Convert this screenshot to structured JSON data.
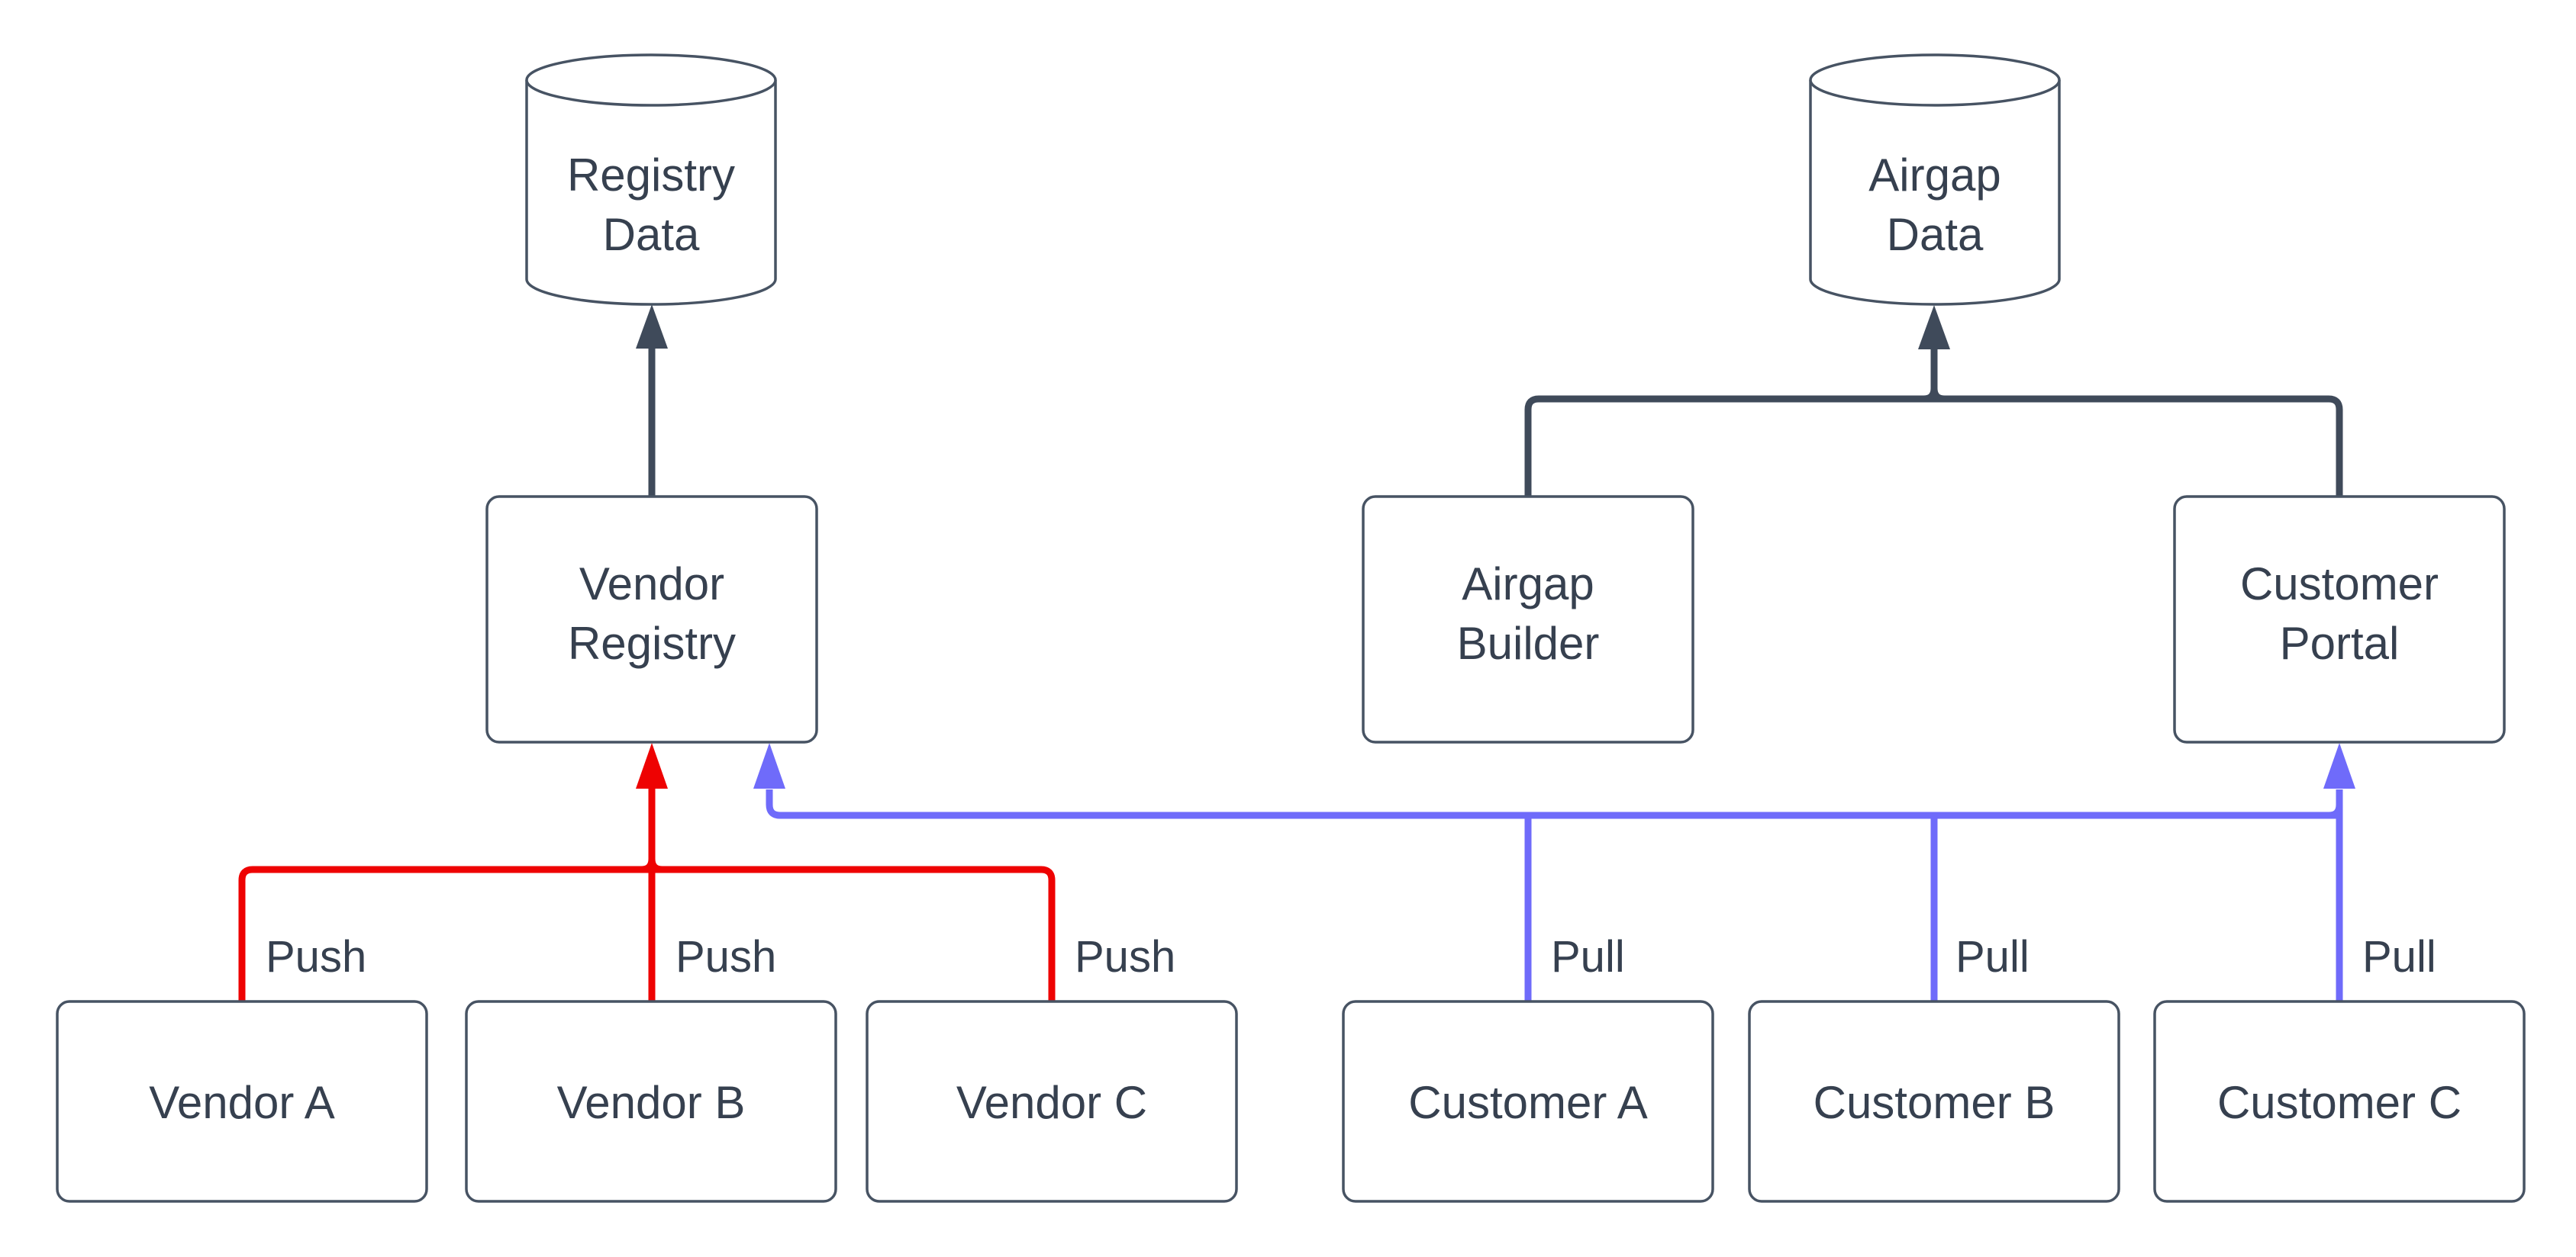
{
  "diagram": {
    "background": "#ffffff",
    "colors": {
      "push_edge": "#ee0202",
      "pull_edge": "#6f6bfa",
      "dark_edge": "#3f4a5a",
      "node_border": "#475363",
      "text": "#36404f"
    },
    "nodes": {
      "registry_data": {
        "line1": "Registry",
        "line2": "Data"
      },
      "airgap_data": {
        "line1": "Airgap",
        "line2": "Data"
      },
      "vendor_registry": {
        "line1": "Vendor",
        "line2": "Registry"
      },
      "airgap_builder": {
        "line1": "Airgap",
        "line2": "Builder"
      },
      "customer_portal": {
        "line1": "Customer",
        "line2": "Portal"
      },
      "vendor_a": {
        "label": "Vendor A"
      },
      "vendor_b": {
        "label": "Vendor B"
      },
      "vendor_c": {
        "label": "Vendor C"
      },
      "customer_a": {
        "label": "Customer A"
      },
      "customer_b": {
        "label": "Customer B"
      },
      "customer_c": {
        "label": "Customer C"
      }
    },
    "edges": {
      "push_a": "Push",
      "push_b": "Push",
      "push_c": "Push",
      "pull_a": "Pull",
      "pull_b": "Pull",
      "pull_c": "Pull"
    }
  }
}
